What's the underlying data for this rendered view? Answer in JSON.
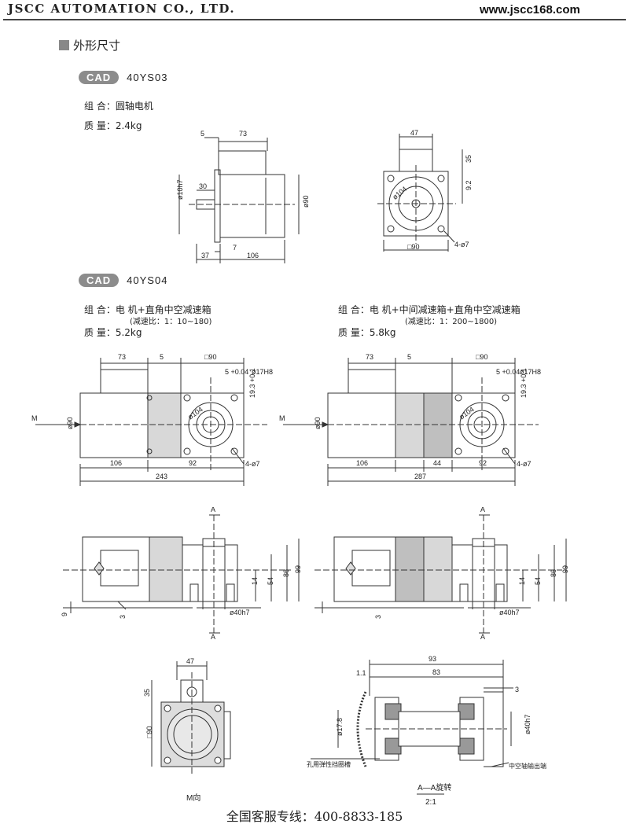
{
  "header": {
    "company": "JSCC AUTOMATION CO., LTD.",
    "website": "www.jscc168.com"
  },
  "section_title": "外形尺寸",
  "block1": {
    "cad": "CAD",
    "model": "40YS03",
    "combo": "组 合：圆轴电机",
    "mass": "质 量：2.4kg"
  },
  "block2": {
    "cad": "CAD",
    "model": "40YS04",
    "left": {
      "combo": "组 合：电 机+直角中空减速箱",
      "ratio": "(减速比：1：10~180)",
      "mass": "质 量：5.2kg"
    },
    "right": {
      "combo": "组 合：电 机+中间减速箱+直角中空减速箱",
      "ratio": "(减速比：1：200~1800)",
      "mass": "质 量：5.8kg"
    }
  },
  "dims": {
    "d73": "73",
    "d5": "5",
    "d30": "30",
    "d37": "37",
    "d7": "7",
    "d106": "106",
    "d10h7": "ø10h7",
    "d90": "ø90",
    "d47": "47",
    "d35": "35",
    "d92": "9.2",
    "d104": "ø104",
    "dsq90": "□90",
    "d4phi7": "4-ø7",
    "d17h8": "ø17H8",
    "d5tol": "5 +0.04",
    "d193": "19.3 +0.1",
    "d92b": "92",
    "d243": "243",
    "d44": "44",
    "d287": "287",
    "m": "M",
    "a": "A",
    "d14": "14",
    "d54": "54",
    "d86": "86",
    "d99": "99",
    "d9": "9",
    "d3": "3",
    "d40h7": "ø40h7",
    "d93": "93",
    "d83": "83",
    "d11": "1.1",
    "d178": "ø17.8",
    "mdir": "M向",
    "retainer": "孔用弹性挡圈槽",
    "hollow_out": "中空轴输出端",
    "aa": "A—A旋转",
    "scale": "2:1"
  },
  "footer": "全国客服专线：400-8833-185"
}
